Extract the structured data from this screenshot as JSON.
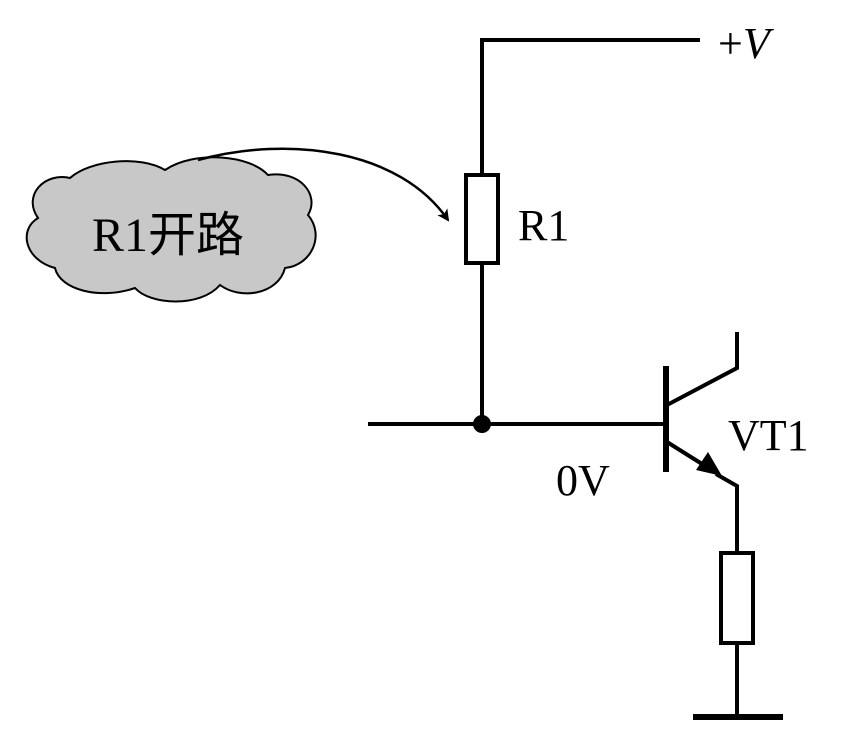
{
  "supply": {
    "label_sign": "+",
    "label_var": "V"
  },
  "r1": {
    "label": "R1"
  },
  "callout": {
    "text": "R1开路",
    "fill_color": "#c8c8c8"
  },
  "transistor": {
    "label": "VT1"
  },
  "base_node": {
    "voltage_label": "0V"
  },
  "colors": {
    "line": "#000000",
    "background": "#ffffff"
  }
}
